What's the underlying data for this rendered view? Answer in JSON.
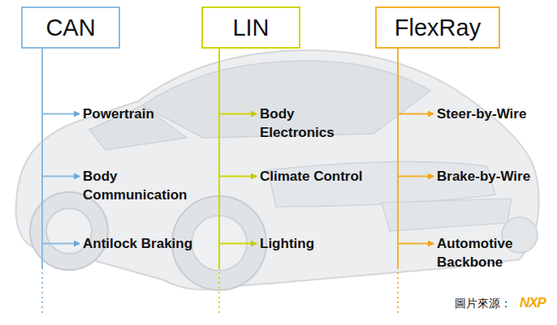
{
  "diagram": {
    "nodes": [
      {
        "text": [
          "CAN"
        ]
      },
      {
        "text": [
          "Powertrain"
        ]
      },
      {
        "text": [
          "Body Communication"
        ]
      },
      {
        "text": [
          "Antilock Braking"
        ]
      },
      {
        "text": [
          "LIN"
        ]
      },
      {
        "text": [
          "Body Electronics"
        ]
      },
      {
        "text": [
          "Climate Control"
        ]
      },
      {
        "text": [
          "Lighting"
        ]
      },
      {
        "text": [
          "FlexRay"
        ]
      },
      {
        "text": [
          "Steer-by-Wire"
        ]
      },
      {
        "text": [
          "Brake-by-Wire"
        ]
      },
      {
        "text": [
          "Automotive Backbone"
        ]
      }
    ],
    "edges": [
      {
        "from": 0,
        "to": 1,
        "arrow": "to"
      },
      {
        "from": 0,
        "to": 2,
        "arrow": "to"
      },
      {
        "from": 0,
        "to": 3,
        "arrow": "to"
      },
      {
        "from": 4,
        "to": 5,
        "arrow": "to"
      },
      {
        "from": 4,
        "to": 6,
        "arrow": "to"
      },
      {
        "from": 4,
        "to": 7,
        "arrow": "to"
      },
      {
        "from": 8,
        "to": 9,
        "arrow": "to"
      },
      {
        "from": 8,
        "to": 10,
        "arrow": "to"
      },
      {
        "from": 8,
        "to": 11,
        "arrow": "to"
      }
    ],
    "labels": [
      "圖片來源：",
      "NXP"
    ]
  }
}
